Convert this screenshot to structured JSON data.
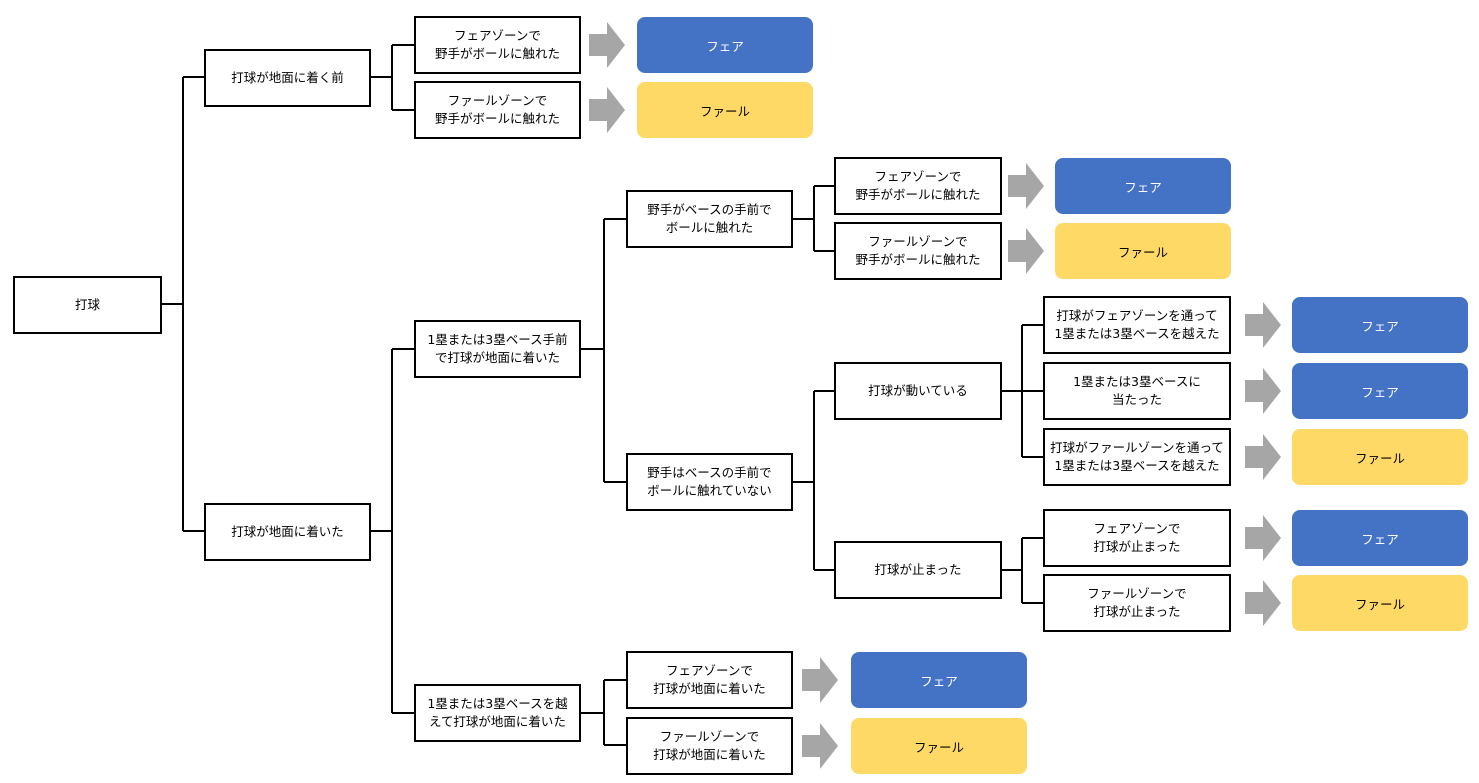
{
  "colors": {
    "fair": "#4472c4",
    "foul": "#ffd966",
    "arrow": "#a6a6a6",
    "line": "#000000"
  },
  "nodes": {
    "root": "打球",
    "before_ground": "打球が地面に着く前",
    "on_ground": "打球が地面に着いた",
    "bf_fair_zone": "フェアゾーンで\n野手がボールに触れた",
    "bf_foul_zone": "ファールゾーンで\n野手がボールに触れた",
    "before_base": "1塁または3塁ベース手前\nで打球が地面に着いた",
    "beyond_base": "1塁または3塁ベースを越\nえて打球が地面に着いた",
    "fielder_touched": "野手がベースの手前で\nボールに触れた",
    "fielder_not_touched": "野手はベースの手前で\nボールに触れていない",
    "ft_fair_zone": "フェアゾーンで\n野手がボールに触れた",
    "ft_foul_zone": "ファールゾーンで\n野手がボールに触れた",
    "moving": "打球が動いている",
    "stopped": "打球が止まった",
    "mv_fair_pass": "打球がフェアゾーンを通って\n1塁または3塁ベースを越えた",
    "mv_hit_base": "1塁または3塁ベースに\n当たった",
    "mv_foul_pass": "打球がファールゾーンを通って\n1塁または3塁ベースを越えた",
    "st_fair_zone": "フェアゾーンで\n打球が止まった",
    "st_foul_zone": "ファールゾーンで\n打球が止まった",
    "bb_fair_zone": "フェアゾーンで\n打球が地面に着いた",
    "bb_foul_zone": "ファールゾーンで\n打球が地面に着いた"
  },
  "results": {
    "fair": "フェア",
    "foul": "ファール"
  }
}
